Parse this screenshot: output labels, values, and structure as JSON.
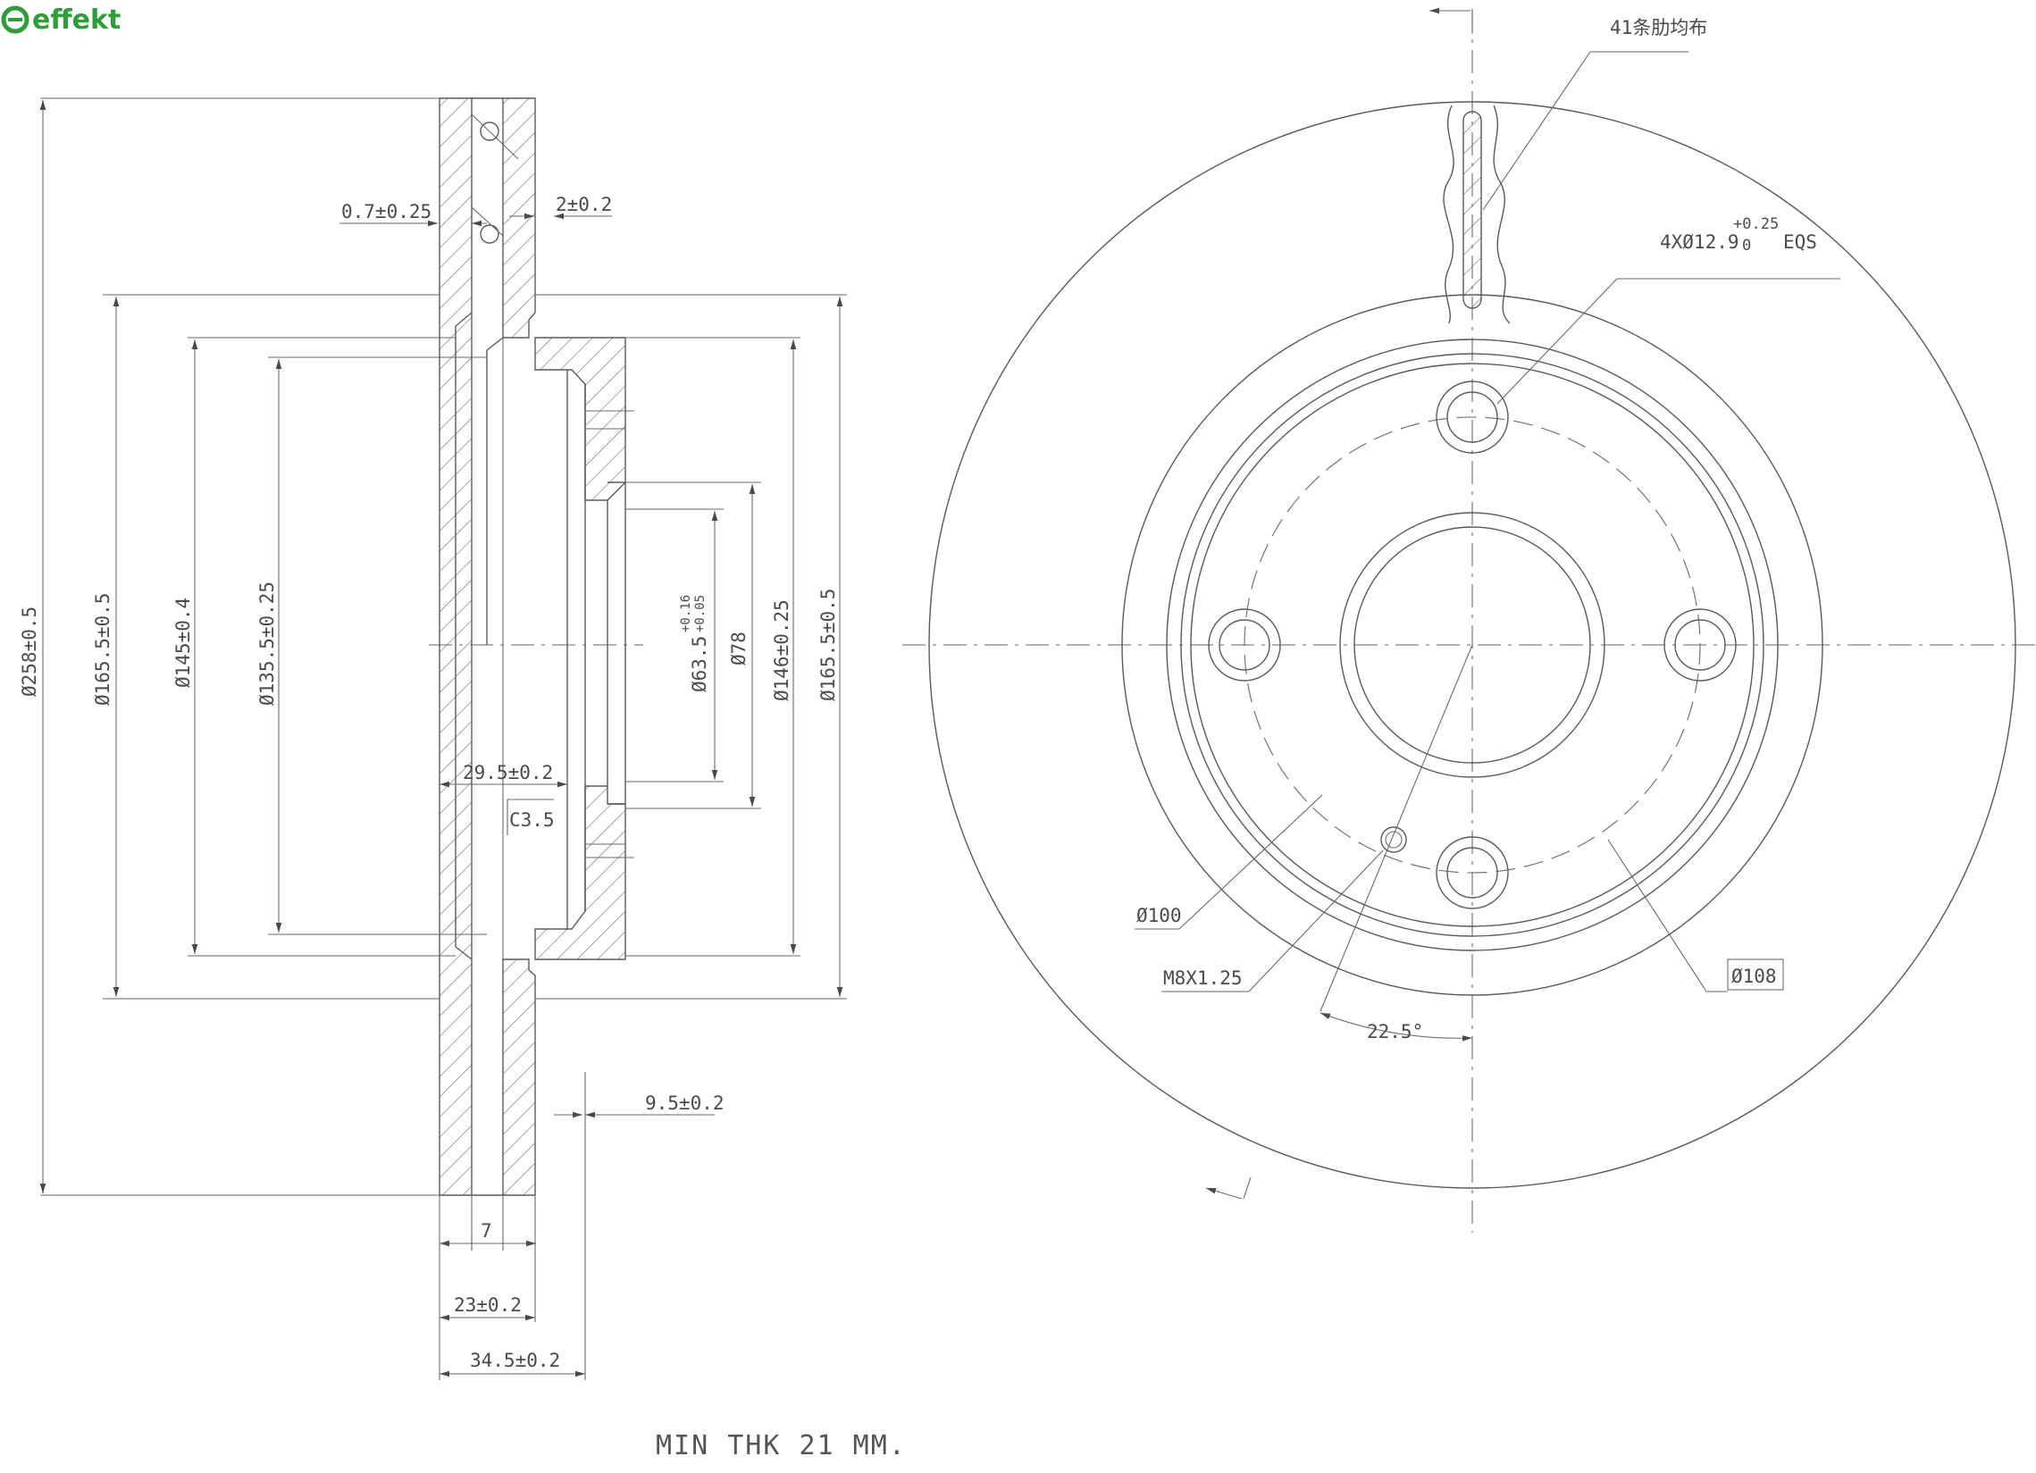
{
  "brand": {
    "name": "effekt",
    "color": "#2e9e3a"
  },
  "side_view": {
    "dims": {
      "d258": "Ø258±0.5",
      "d165_left": "Ø165.5±0.5",
      "d145": "Ø145±0.4",
      "d135": "Ø135.5±0.25",
      "d63": "Ø63.5",
      "d63_tol_upper": "+0.16",
      "d63_tol_lower": "+0.05",
      "d78": "Ø78",
      "d146": "Ø146±0.25",
      "d165_right": "Ø165.5±0.5",
      "t07": "0.7±0.25",
      "t2": "2±0.2",
      "w295": "29.5±0.2",
      "c35": "C3.5",
      "w95": "9.5±0.2",
      "w7": "7",
      "w23": "23±0.2",
      "w345": "34.5±0.2"
    }
  },
  "front_view": {
    "ribs_note": "41条肋均布",
    "holes": "4XØ12.9",
    "holes_tol_upper": "+0.25",
    "holes_tol_lower": "0",
    "holes_eqs": "EQS",
    "d100": "Ø100",
    "thread": "M8X1.25",
    "d108": "Ø108",
    "angle": "22.5°"
  },
  "footer_note": "MIN THK 21 MM."
}
